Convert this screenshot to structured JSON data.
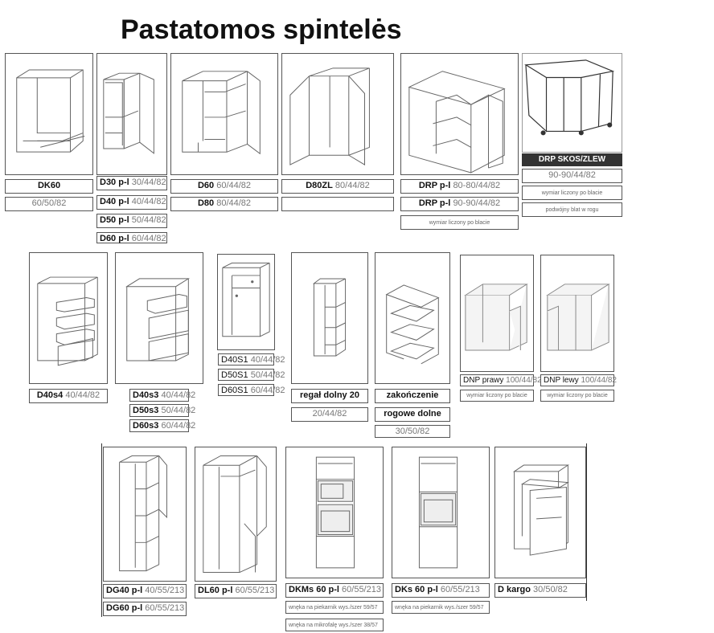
{
  "title": "Pastatomos spintelės",
  "cabinets": {
    "dk60": {
      "name": "DK60",
      "dims": "60/50/82"
    },
    "d30": {
      "lines": [
        {
          "name": "D30 p-l",
          "dims": "30/44/82"
        },
        {
          "name": "D40 p-l",
          "dims": "40/44/82"
        },
        {
          "name": "D50 p-l",
          "dims": "50/44/82"
        },
        {
          "name": "D60 p-l",
          "dims": "60/44/82"
        }
      ]
    },
    "d60": {
      "lines": [
        {
          "name": "D60",
          "dims": "60/44/82"
        },
        {
          "name": "D80",
          "dims": "80/44/82"
        }
      ]
    },
    "d80zl": {
      "name": "D80ZL",
      "dims": "80/44/82"
    },
    "drp": {
      "lines": [
        {
          "name": "DRP p-l",
          "dims": "80-80/44/82"
        },
        {
          "name": "DRP p-l",
          "dims": "90-90/44/82"
        }
      ],
      "note": "wymiar liczony po blacie"
    },
    "drp_skos": {
      "name": "DRP SKOS/ZLEW",
      "dims": "90-90/44/82",
      "note1": "wymiar liczony po blacie",
      "note2": "podwójny blat w rogu"
    },
    "d40s4": {
      "name": "D40s4",
      "dims": "40/44/82"
    },
    "d40s3": {
      "lines": [
        {
          "name": "D40s3",
          "dims": "40/44/82"
        },
        {
          "name": "D50s3",
          "dims": "50/44/82"
        },
        {
          "name": "D60s3",
          "dims": "60/44/82"
        }
      ]
    },
    "d40s1": {
      "lines": [
        {
          "name": "D40S1",
          "dims": "40/44/82"
        },
        {
          "name": "D50S1",
          "dims": "50/44/82"
        },
        {
          "name": "D60S1",
          "dims": "60/44/82"
        }
      ]
    },
    "regal": {
      "name": "regał dolny 20",
      "dims": "20/44/82"
    },
    "zakonczenie": {
      "name1": "zakończenie",
      "name2": "rogowe dolne",
      "dims": "30/50/82"
    },
    "dnp_prawy": {
      "name": "DNP prawy",
      "dims": "100/44/82",
      "note": "wymiar liczony po blacie"
    },
    "dnp_lewy": {
      "name": "DNP lewy",
      "dims": "100/44/82",
      "note": "wymiar liczony po blacie"
    },
    "dg40": {
      "lines": [
        {
          "name": "DG40 p-l",
          "dims": "40/55/213"
        },
        {
          "name": "DG60 p-l",
          "dims": "60/55/213"
        }
      ]
    },
    "dl60": {
      "name": "DL60 p-l",
      "dims": "60/55/213"
    },
    "dkms60": {
      "name": "DKMs 60 p-l",
      "dims": "60/55/213",
      "note1": "wnęka na piekarnik wys./szer 59/57",
      "note2": "wnęka na mikrofalę wys./szer 38/57"
    },
    "dks60": {
      "name": "DKs 60 p-l",
      "dims": "60/55/213",
      "note1": "wnęka na piekarnik wys./szer 59/57"
    },
    "dkargo": {
      "name": "D kargo",
      "dims": "30/50/82"
    }
  }
}
